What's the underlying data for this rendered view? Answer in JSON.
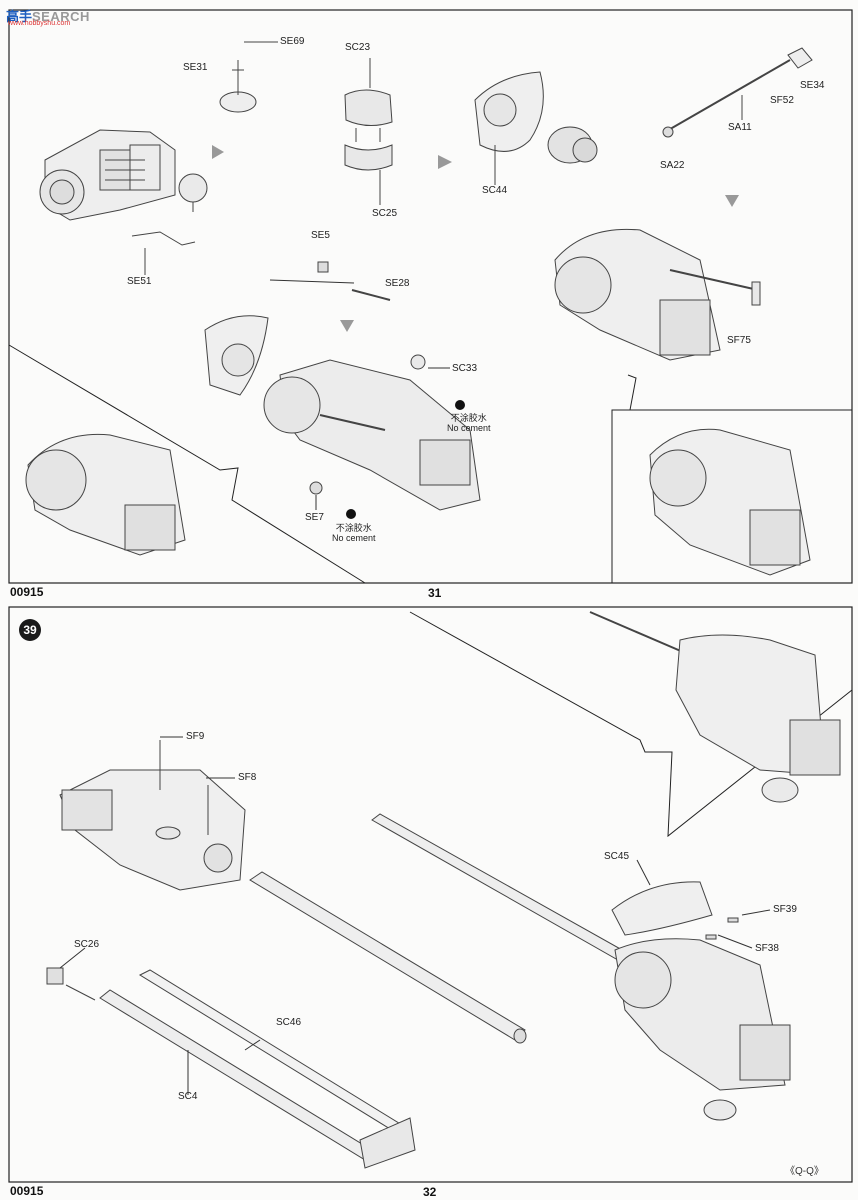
{
  "watermark": {
    "brand": "高手",
    "site": "SEARCH",
    "url": "www.hobbyshu.com"
  },
  "top_page": {
    "kit_code": "00915",
    "page_number": "31",
    "labels": {
      "se69": "SE69",
      "se31": "SE31",
      "sc23": "SC23",
      "sc25": "SC25",
      "sc44": "SC44",
      "sa22": "SA22",
      "sa11": "SA11",
      "sf52": "SF52",
      "se34": "SE34",
      "se51": "SE51",
      "se5": "SE5",
      "se28": "SE28",
      "sf75": "SF75",
      "sc33": "SC33",
      "se7": "SE7"
    },
    "no_cement_cn": "不涂胶水",
    "no_cement_en": "No cement"
  },
  "bottom_page": {
    "kit_code": "00915",
    "page_number": "32",
    "step": "39",
    "labels": {
      "sf9": "SF9",
      "sf8": "SF8",
      "sc45": "SC45",
      "sf39": "SF39",
      "sf38": "SF38",
      "sc26": "SC26",
      "sc46": "SC46",
      "sc4": "SC4"
    },
    "view": "《Q-Q》"
  }
}
